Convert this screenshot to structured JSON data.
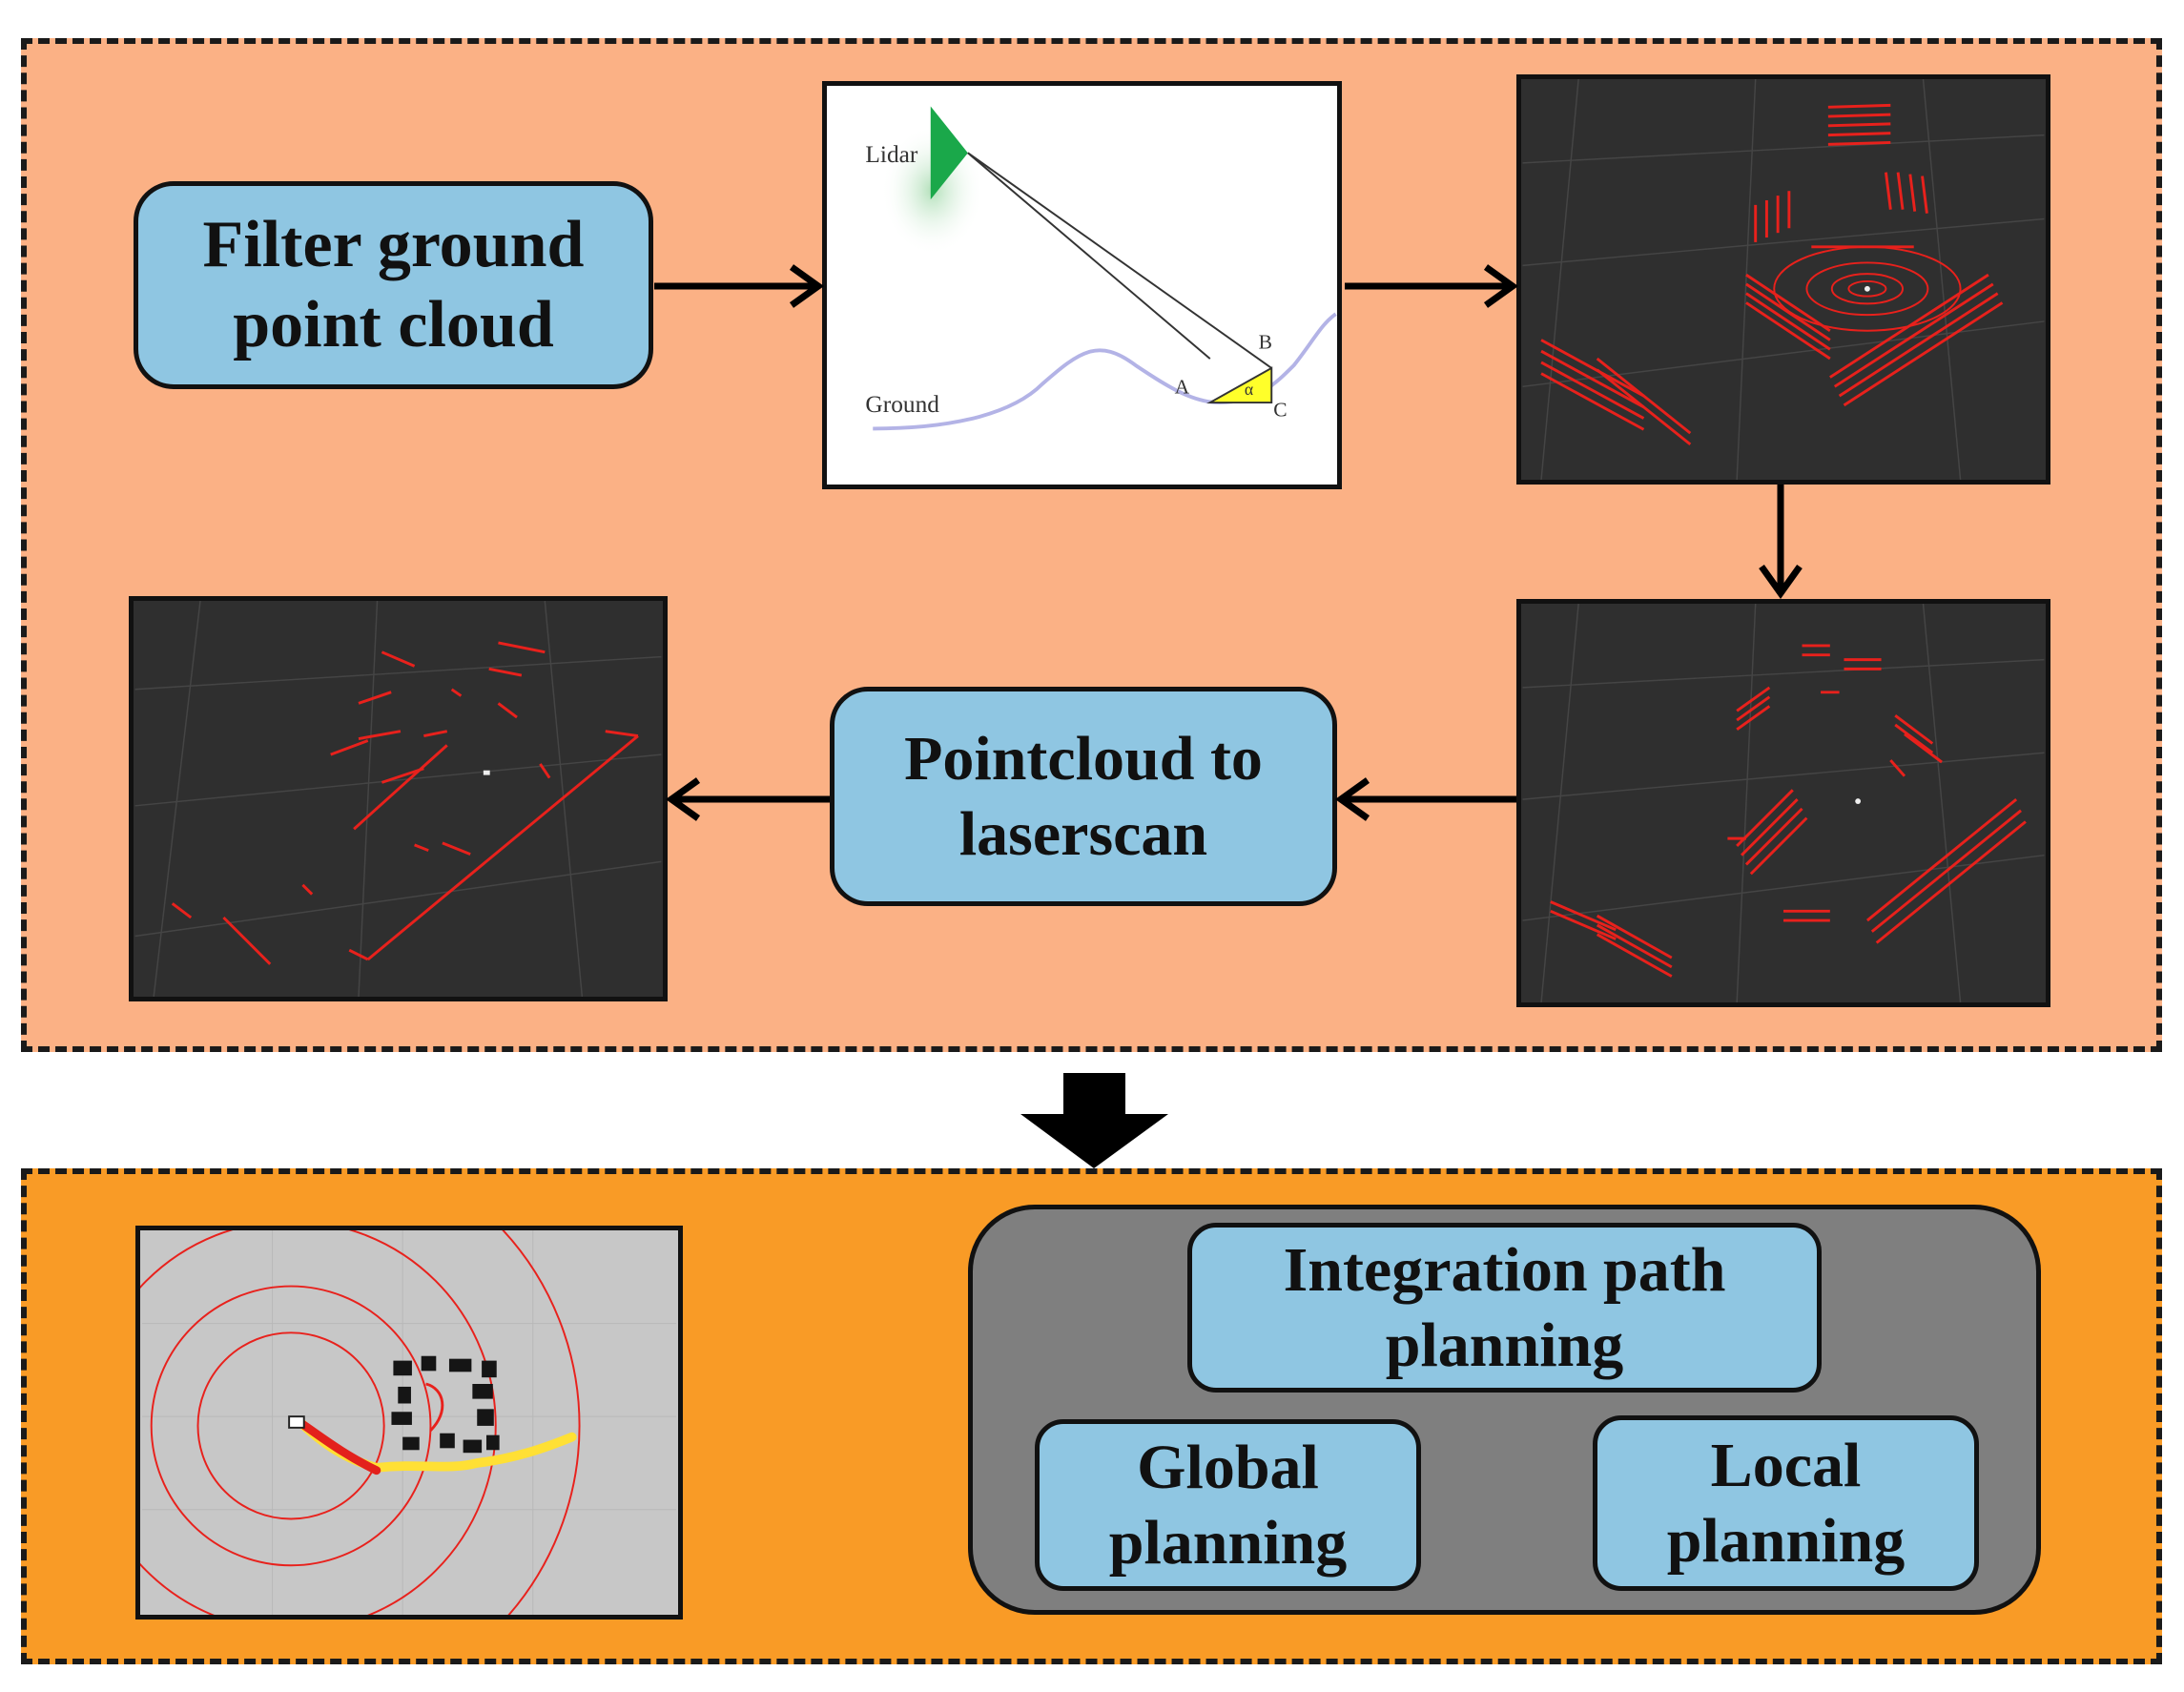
{
  "boxes": {
    "filter_ground": "Filter ground\npoint  cloud",
    "pointcloud_to_laserscan": "Pointcloud to\nlaserscan",
    "integration_path_planning": "Integration path\nplanning",
    "global_planning": "Global\nplanning",
    "local_planning": "Local\nplanning"
  },
  "lidar_diagram": {
    "lidar_label": "Lidar",
    "ground_label": "Ground",
    "point_a": "A",
    "point_b": "B",
    "point_c": "C",
    "angle": "α"
  },
  "colors": {
    "top_panel": "#fbb185",
    "bottom_panel": "#f99b26",
    "box_fill": "#8fc6e2",
    "group_fill": "#7f7f7f",
    "point_cloud": "#e8211c",
    "render_bg": "#2f2f2f",
    "path_global": "#ffe035",
    "path_local": "#e3211c"
  }
}
